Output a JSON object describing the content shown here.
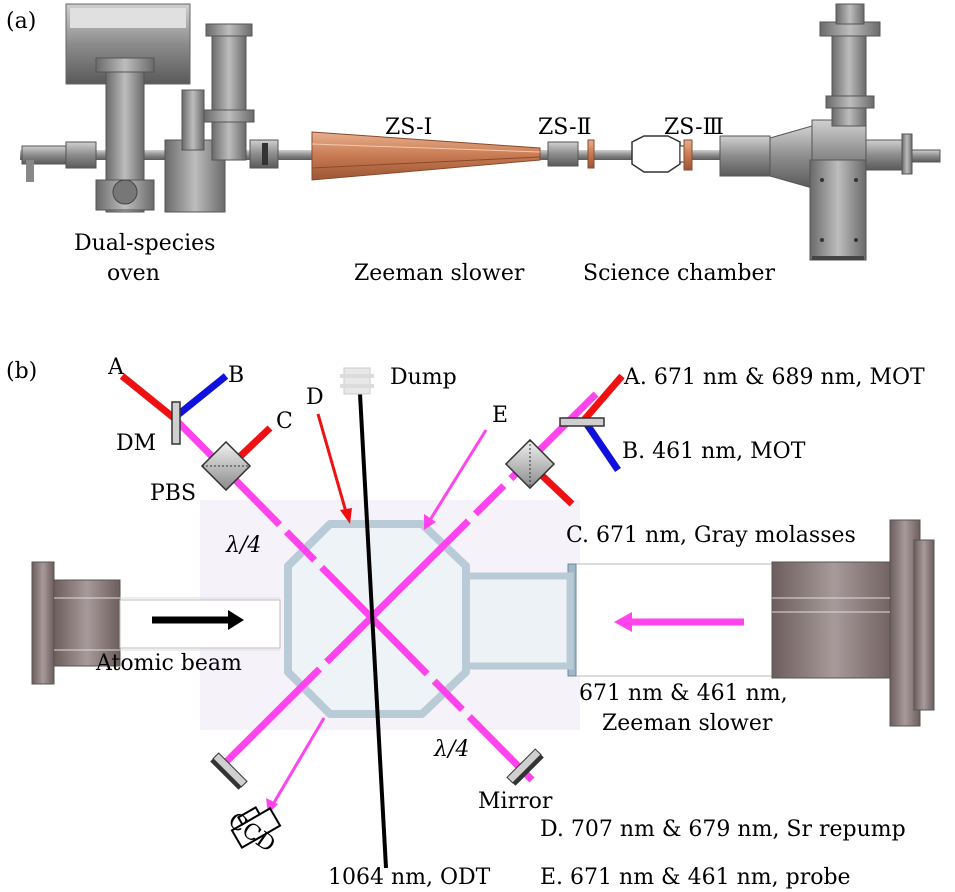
{
  "panel_a": {
    "tag": "(a)",
    "zs1": "ZS-I",
    "zs2": "ZS-Ⅱ",
    "zs3": "ZS-Ⅲ",
    "oven_line1": "Dual-species",
    "oven_line2": "oven",
    "zeeman_slower": "Zeeman slower",
    "science_chamber": "Science chamber"
  },
  "panel_b": {
    "tag": "(b)",
    "beam_A": "A",
    "beam_B": "B",
    "beam_C": "C",
    "beam_D": "D",
    "beam_E": "E",
    "dm": "DM",
    "pbs": "PBS",
    "dump": "Dump",
    "lambda_left": "λ/4",
    "lambda_right": "λ/4",
    "atomic_beam": "Atomic beam",
    "slower_line1": "671 nm & 461 nm,",
    "slower_line2": "Zeeman slower",
    "mirror": "Mirror",
    "ccd": "CCD",
    "odt": "1064 nm, ODT",
    "legend_A": "A. 671 nm & 689 nm, MOT",
    "legend_B": "B. 461 nm, MOT",
    "legend_C": "C. 671 nm, Gray molasses",
    "legend_D": "D. 707 nm & 679 nm, Sr repump",
    "legend_E": "E. 671 nm & 461 nm, probe"
  },
  "colors": {
    "red": "#ee1111",
    "blue": "#1111dd",
    "magenta": "#ff44ee",
    "copper": "#c87a52",
    "steel": "#8a8a8a",
    "chamber": "#b9cbd6"
  }
}
